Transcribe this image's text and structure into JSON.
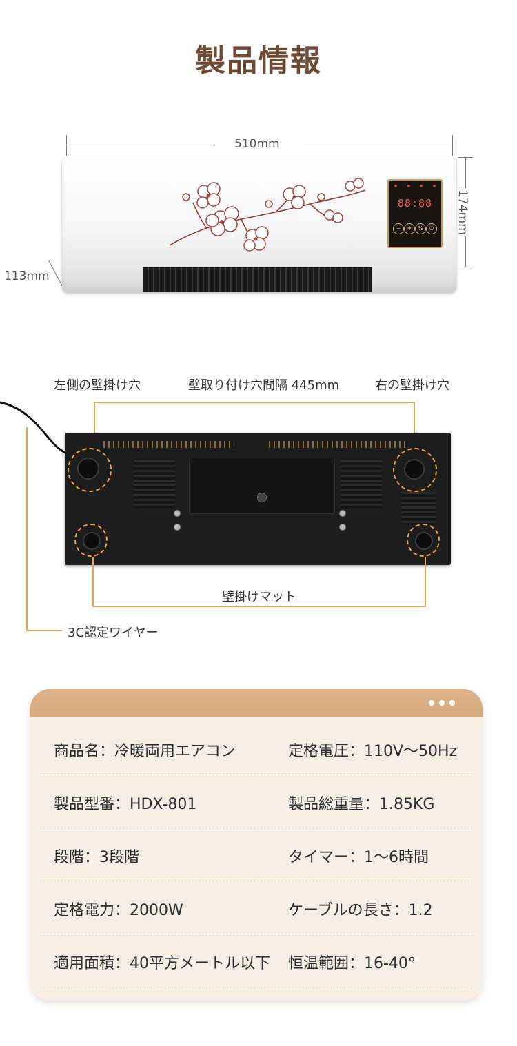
{
  "title": "製品情報",
  "dimensions": {
    "width": "510mm",
    "height": "174mm",
    "depth": "113mm"
  },
  "control_panel": {
    "display": "88:88"
  },
  "back_view": {
    "left_hole": "左側の壁掛け穴",
    "spacing": "壁取り付け穴間隔 445mm",
    "right_hole": "右の壁掛け穴",
    "mat": "壁掛けマット",
    "wire": "3C認定ワイヤー"
  },
  "colors": {
    "title": "#6f4a32",
    "accent": "#e4a25a",
    "card_bg": "#f6ede3",
    "card_header": "#d6aa7c"
  },
  "specs": [
    {
      "left": "商品名：冷暖両用エアコン",
      "right": "定格電圧：110V～50Hz"
    },
    {
      "left": "製品型番：HDX-801",
      "right": "製品総重量：1.85KG"
    },
    {
      "left": "段階：3段階",
      "right": "タイマー：1～6時間"
    },
    {
      "left": "定格電力：2000W",
      "right": "ケーブルの長さ：1.2"
    },
    {
      "left": "適用面積：40平方メートル以下",
      "right": "恒温範囲：16-40°"
    }
  ]
}
